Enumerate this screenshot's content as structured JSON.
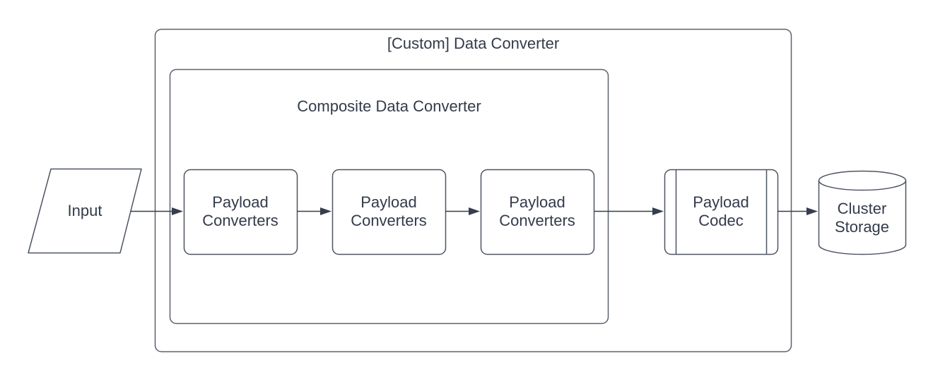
{
  "colors": {
    "background": "#ffffff",
    "container_stroke": "#5a6170",
    "shape_stroke": "#4d5462",
    "arrow": "#363e4c",
    "text": "#333b4a"
  },
  "containers": {
    "outer": {
      "label": "[Custom] Data Converter"
    },
    "inner": {
      "label": "Composite Data Converter"
    }
  },
  "nodes": {
    "input": {
      "shape": "parallelogram",
      "lines": [
        "Input"
      ]
    },
    "payload_converter_1": {
      "shape": "rounded-rectangle",
      "lines": [
        "Payload",
        "Converters"
      ]
    },
    "payload_converter_2": {
      "shape": "rounded-rectangle",
      "lines": [
        "Payload",
        "Converters"
      ]
    },
    "payload_converter_3": {
      "shape": "rounded-rectangle",
      "lines": [
        "Payload",
        "Converters"
      ]
    },
    "payload_codec": {
      "shape": "predefined-process",
      "lines": [
        "Payload",
        "Codec"
      ]
    },
    "cluster_storage": {
      "shape": "cylinder",
      "lines": [
        "Cluster",
        "Storage"
      ]
    }
  },
  "edges": [
    {
      "from": "input",
      "to": "payload_converter_1"
    },
    {
      "from": "payload_converter_1",
      "to": "payload_converter_2"
    },
    {
      "from": "payload_converter_2",
      "to": "payload_converter_3"
    },
    {
      "from": "payload_converter_3",
      "to": "payload_codec"
    },
    {
      "from": "payload_codec",
      "to": "cluster_storage"
    }
  ]
}
